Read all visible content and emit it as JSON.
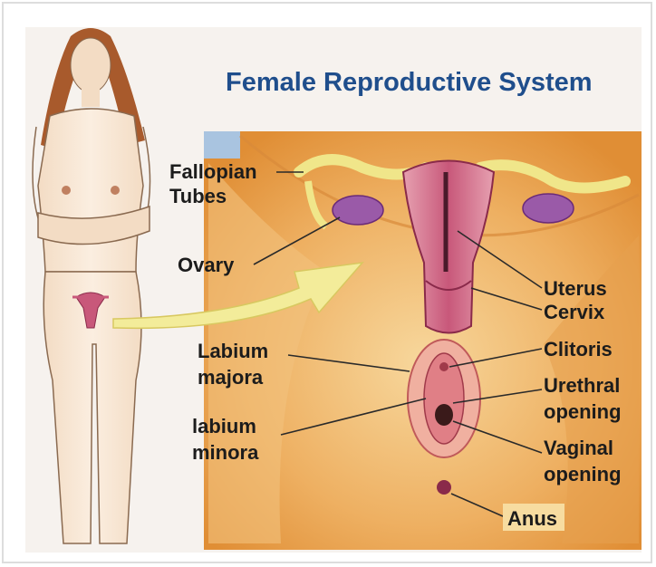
{
  "title": "Female Reproductive System",
  "labels": {
    "fallopian_line1": "Fallopian",
    "fallopian_line2": "Tubes",
    "ovary": "Ovary",
    "uterus": "Uterus",
    "cervix": "Cervix",
    "clitoris": "Clitoris",
    "urethral_line1": "Urethral",
    "urethral_line2": "opening",
    "vaginal_line1": "Vaginal",
    "vaginal_line2": "opening",
    "labium_majora_line1": "Labium",
    "labium_majora_line2": "majora",
    "labium_minora_line1": "labium",
    "labium_minora_line2": "minora",
    "anus": "Anus"
  },
  "colors": {
    "title": "#1f4e8c",
    "skin_panel": "#e9a24a",
    "skin_light": "#f6d9a8",
    "organ": "#c85a7a",
    "ovary": "#9a5aa8",
    "tube": "#f0e68a",
    "arrow": "#f3ec9a"
  }
}
